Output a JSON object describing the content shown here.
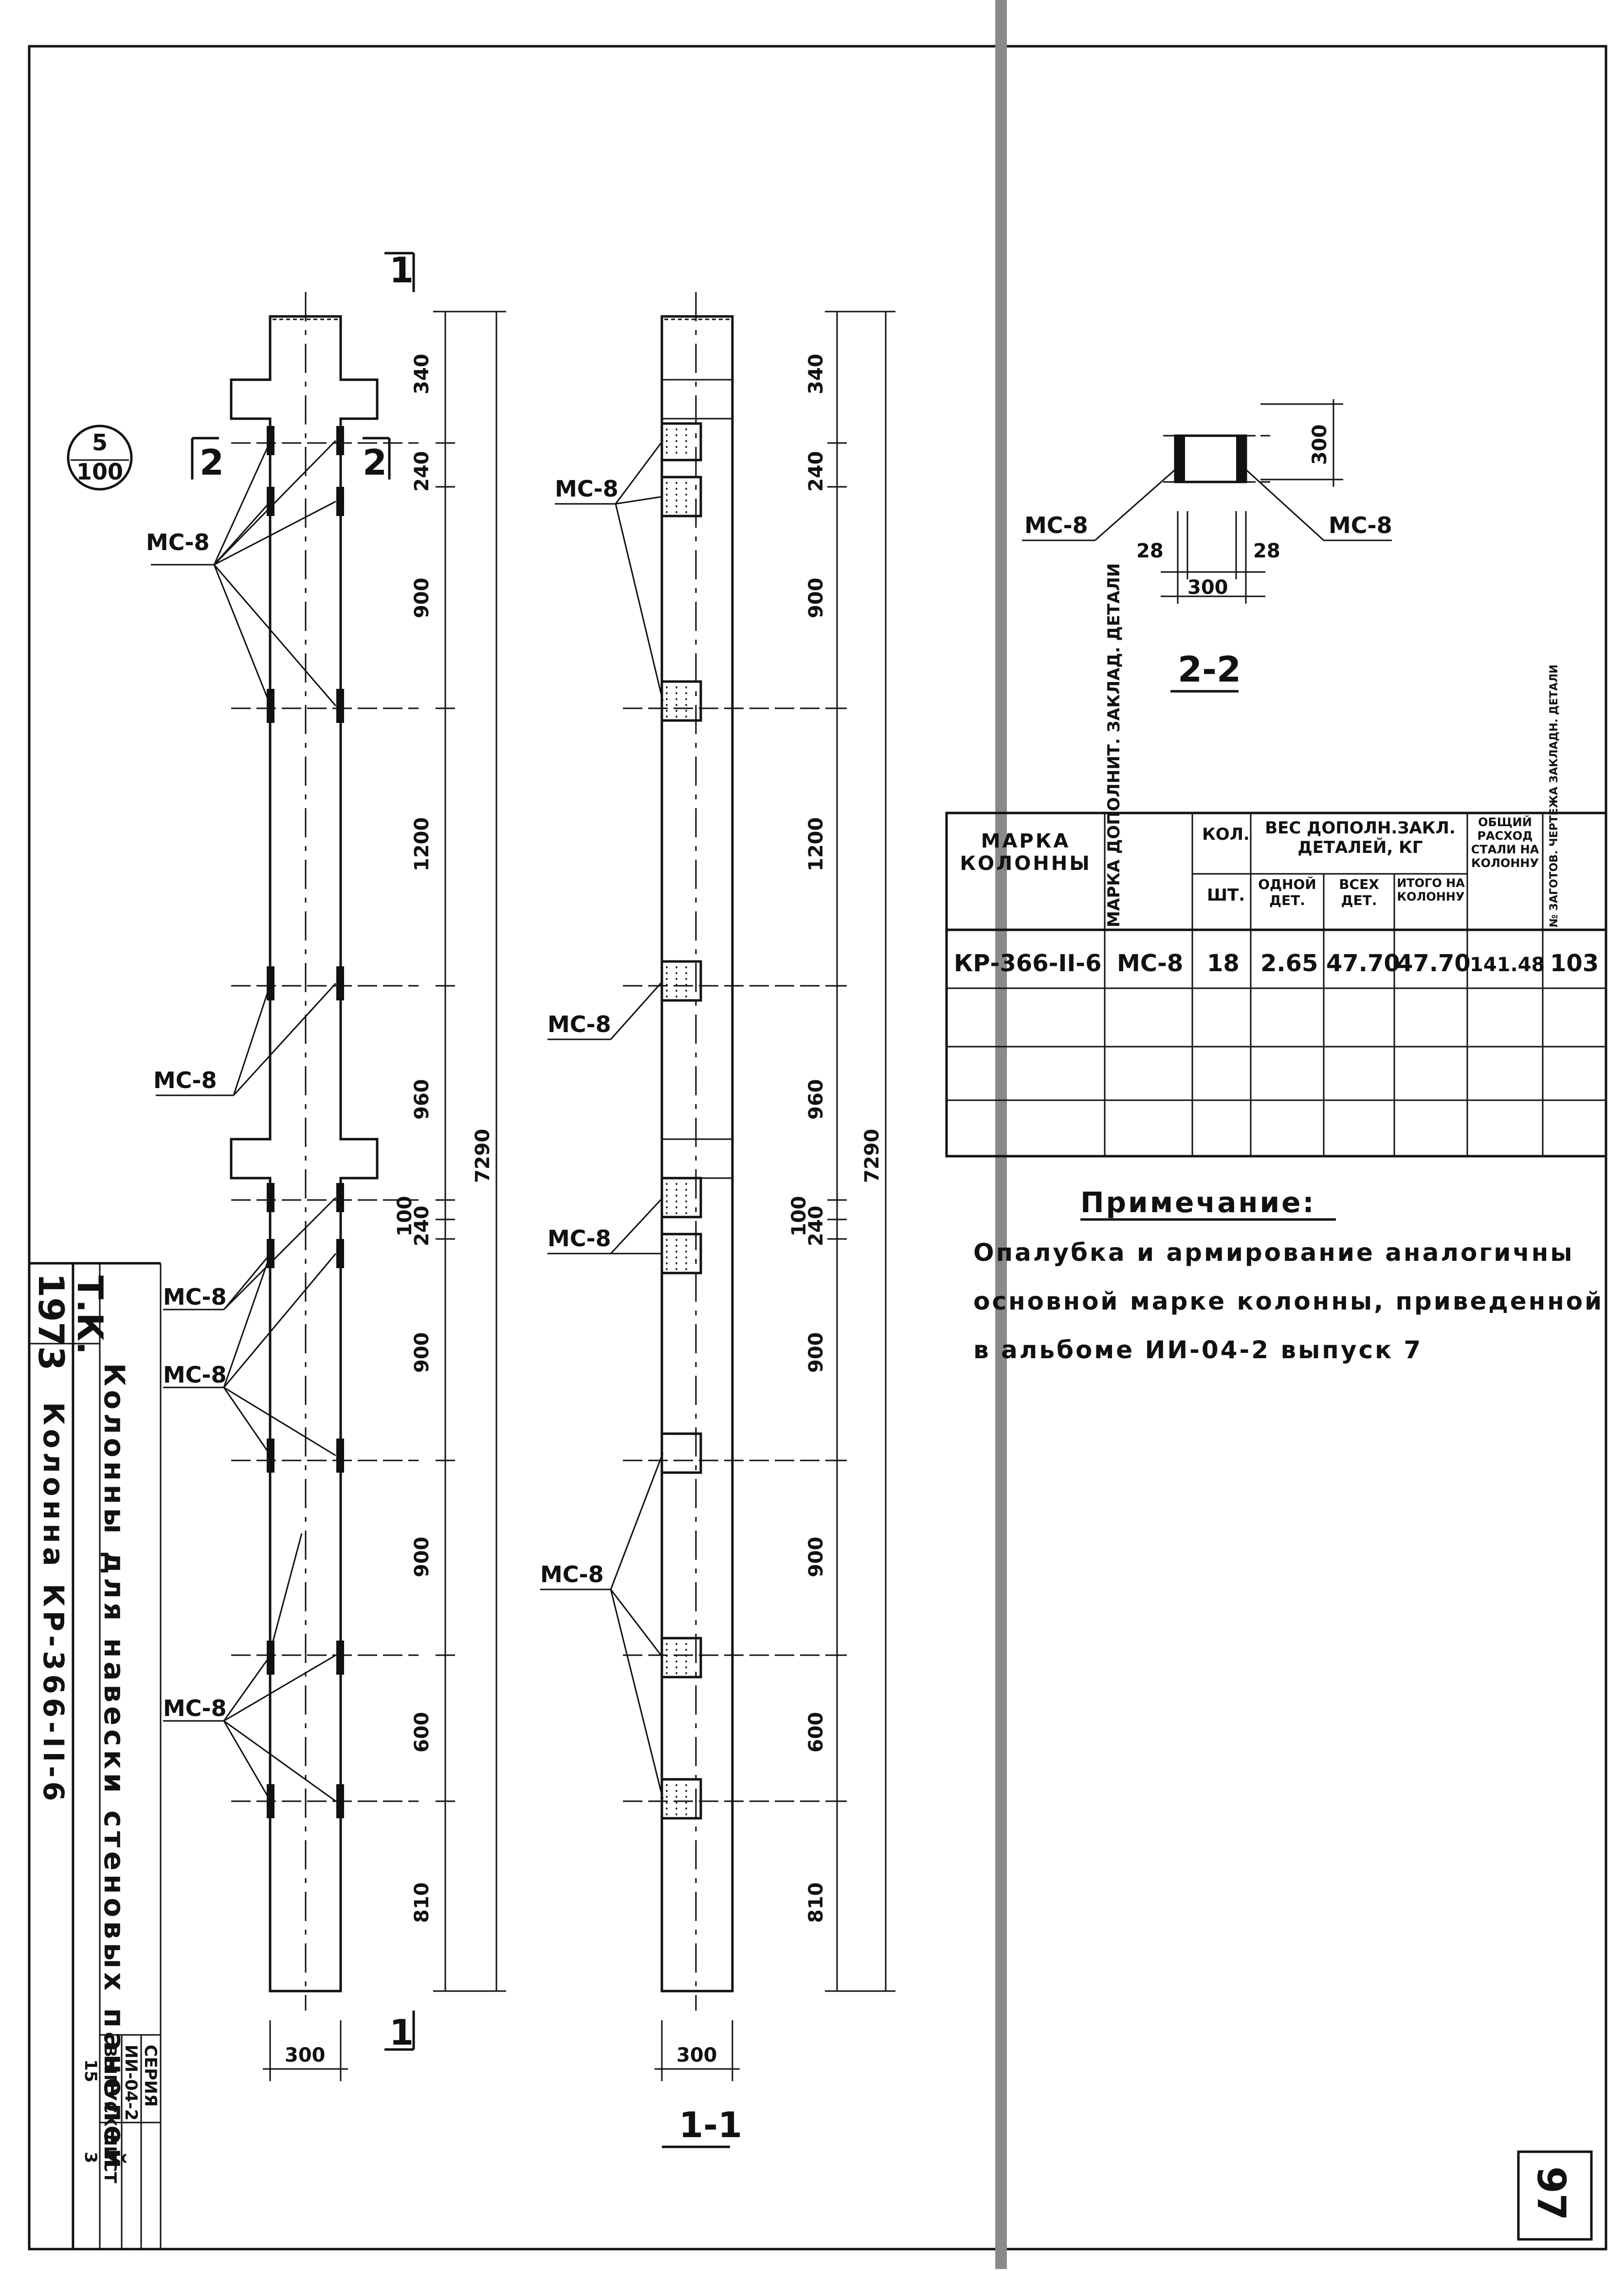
{
  "section_mark": {
    "top": "5",
    "bottom": "100"
  },
  "cut_marks": {
    "c1": "1",
    "c2": "2"
  },
  "front_view": {
    "dims": [
      "340",
      "240",
      "900",
      "1200",
      "960",
      "100",
      "240",
      "900",
      "900",
      "600",
      "810"
    ],
    "total": "7290",
    "width": "300",
    "callouts": [
      "МС-8",
      "МС-8",
      "МС-8",
      "МС-8",
      "МС-8"
    ]
  },
  "side_view": {
    "dims": [
      "340",
      "240",
      "900",
      "1200",
      "960",
      "100",
      "240",
      "900",
      "900",
      "600",
      "810"
    ],
    "total": "7290",
    "width": "300",
    "callouts": [
      "МС-8",
      "МС-8",
      "МС-8",
      "МС-8"
    ],
    "label": "1-1"
  },
  "section_22": {
    "left_callout": "МС-8",
    "right_callout": "МС-8",
    "height": "300",
    "left_offset": "28",
    "right_offset": "28",
    "width": "300",
    "label": "2-2"
  },
  "table": {
    "headers": {
      "col1": "МАРКА КОЛОННЫ",
      "col2": "МАРКА ДОПОЛНИТ. ЗАКЛАД. ДЕТАЛИ",
      "col3_top": "КОЛ.",
      "col3_bottom": "ШТ.",
      "col4_group": "ВЕС ДОПОЛН.ЗАКЛ. ДЕТАЛЕЙ, КГ",
      "col4a": "ОДНОЙ ДЕТ.",
      "col4b": "ВСЕХ ДЕТ.",
      "col4c": "ИТОГО НА КОЛОННУ",
      "col5": "ОБЩИЙ РАСХОД СТАЛИ НА КОЛОННУ",
      "col6": "№ ЗАГОТОВ. ЧЕРТЕЖА ЗАКЛАДН. ДЕТАЛИ"
    },
    "rows": [
      [
        "КР-366-II-6",
        "МС-8",
        "18",
        "2.65",
        "47.70",
        "47.70",
        "141.48",
        "103"
      ]
    ]
  },
  "note": {
    "title": "Примечание:",
    "lines": [
      "Опалубка и армирование аналогичны",
      "основной марке колонны, приведенной",
      "в альбоме ИИ-04-2 выпуск 7"
    ]
  },
  "title_block": {
    "year": "1973",
    "org": "Т.К.",
    "title": "Колонны для навески стеновых панелей",
    "subtitle": "Колонна КР-366-II-6",
    "series_label": "СЕРИЯ",
    "series": "ИИ-04-2",
    "issue_label": "ВЫПУСК",
    "issue": "15",
    "sheet_label": "ЛИСТ",
    "sheet": "3"
  },
  "page_number": "97"
}
